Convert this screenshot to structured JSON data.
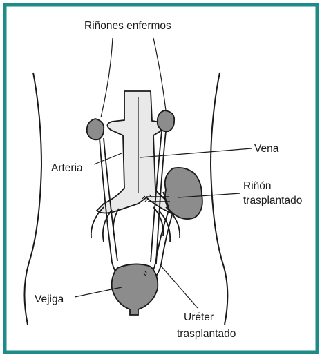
{
  "labels": {
    "diseased_kidneys": "Riñones enfermos",
    "vein": "Vena",
    "artery": "Arteria",
    "transplanted_kidney_line1": "Riñón",
    "transplanted_kidney_line2": "trasplantado",
    "bladder": "Vejiga",
    "transplanted_ureter_line1": "Uréter",
    "transplanted_ureter_line2": "trasplantado"
  },
  "colors": {
    "border": "#1f8a8a",
    "organ_fill": "#8c8c8c",
    "vessel_fill": "#e9e9e9",
    "stroke": "#1a1a1a"
  }
}
